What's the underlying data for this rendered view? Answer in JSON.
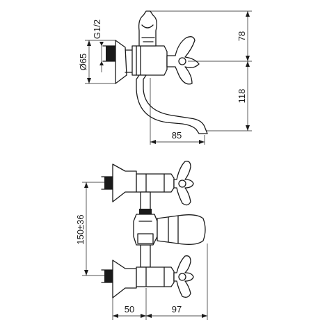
{
  "top_view": {
    "thread_label": "G1/2",
    "diameter_label": "Ø65",
    "height_upper": "78",
    "height_lower": "118",
    "spout_reach": "85"
  },
  "front_view": {
    "center_distance": "150±36",
    "wall_offset": "50",
    "handle_reach": "97"
  }
}
